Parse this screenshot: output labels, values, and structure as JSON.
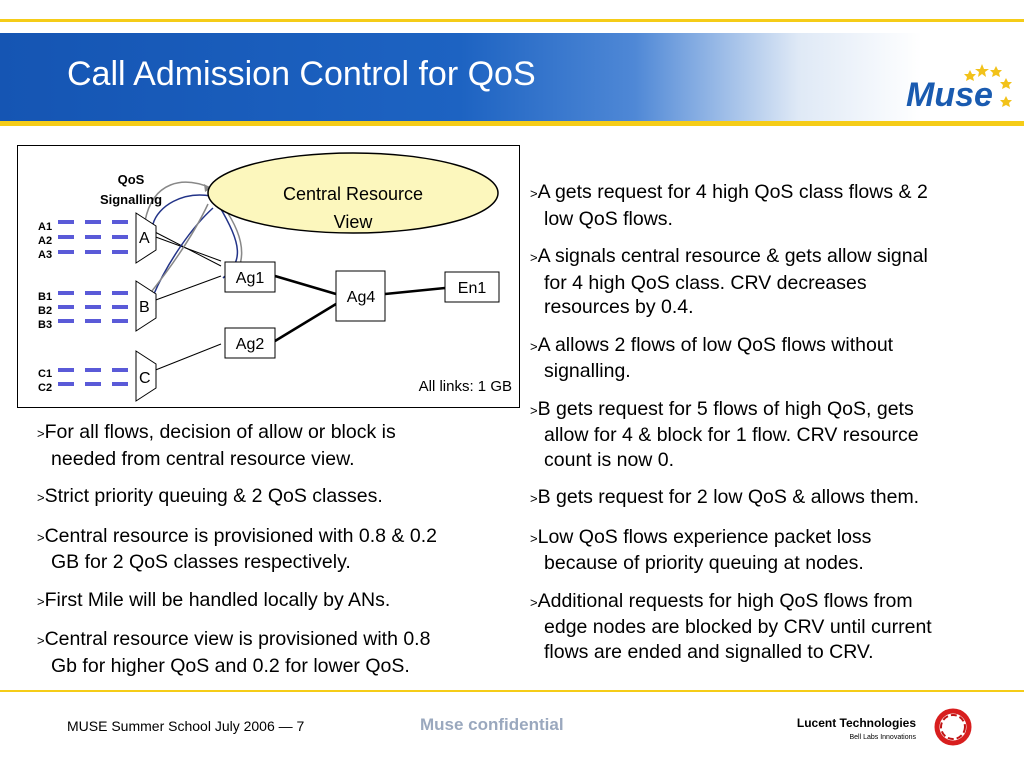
{
  "slide": {
    "title": "Call Admission Control for QoS",
    "logo_text": "Muse"
  },
  "diagram": {
    "qos_label": [
      "QoS",
      "Signalling"
    ],
    "crv_label": [
      "Central Resource",
      "View"
    ],
    "flows": {
      "a": [
        "A1",
        "A2",
        "A3"
      ],
      "b": [
        "B1",
        "B2",
        "B3"
      ],
      "c": [
        "C1",
        "C2"
      ]
    },
    "edge_nodes": [
      "A",
      "B",
      "C"
    ],
    "nodes": {
      "ag1": "Ag1",
      "ag2": "Ag2",
      "ag4": "Ag4",
      "en1": "En1"
    },
    "links_note": "All links: 1 GB"
  },
  "left_bullets": [
    [
      "For all flows, decision of allow or block is",
      "needed from central resource view."
    ],
    [
      "Strict priority queuing & 2 QoS classes."
    ],
    [
      "Central resource is provisioned with 0.8 & 0.2",
      "GB for 2 QoS classes respectively."
    ],
    [
      "First Mile will be handled locally by ANs."
    ],
    [
      "Central resource view is provisioned with 0.8",
      "Gb for higher QoS and 0.2 for lower QoS."
    ]
  ],
  "right_bullets": [
    [
      "A gets request for 4 high QoS class flows & 2",
      "low QoS flows."
    ],
    [
      "A signals central resource & gets allow signal",
      "for 4 high QoS class. CRV decreases",
      "resources by 0.4."
    ],
    [
      "A allows 2 flows of low QoS flows without",
      "signalling."
    ],
    [
      "B gets request for 5 flows of high QoS, gets",
      "allow for 4 & block for 1 flow. CRV resource",
      "count is now 0."
    ],
    [
      "B gets request for 2 low QoS & allows them."
    ],
    [
      "Low QoS flows experience packet loss",
      "because of priority queuing at nodes."
    ],
    [
      "Additional requests for high QoS flows from",
      "edge nodes are blocked by CRV until current",
      "flows are ended and signalled to CRV."
    ]
  ],
  "bullet_char": ">",
  "footer": {
    "left": "MUSE Summer School July 2006 — 7",
    "middle": "Muse confidential",
    "company": "Lucent Technologies",
    "tagline": "Bell Labs Innovations"
  }
}
